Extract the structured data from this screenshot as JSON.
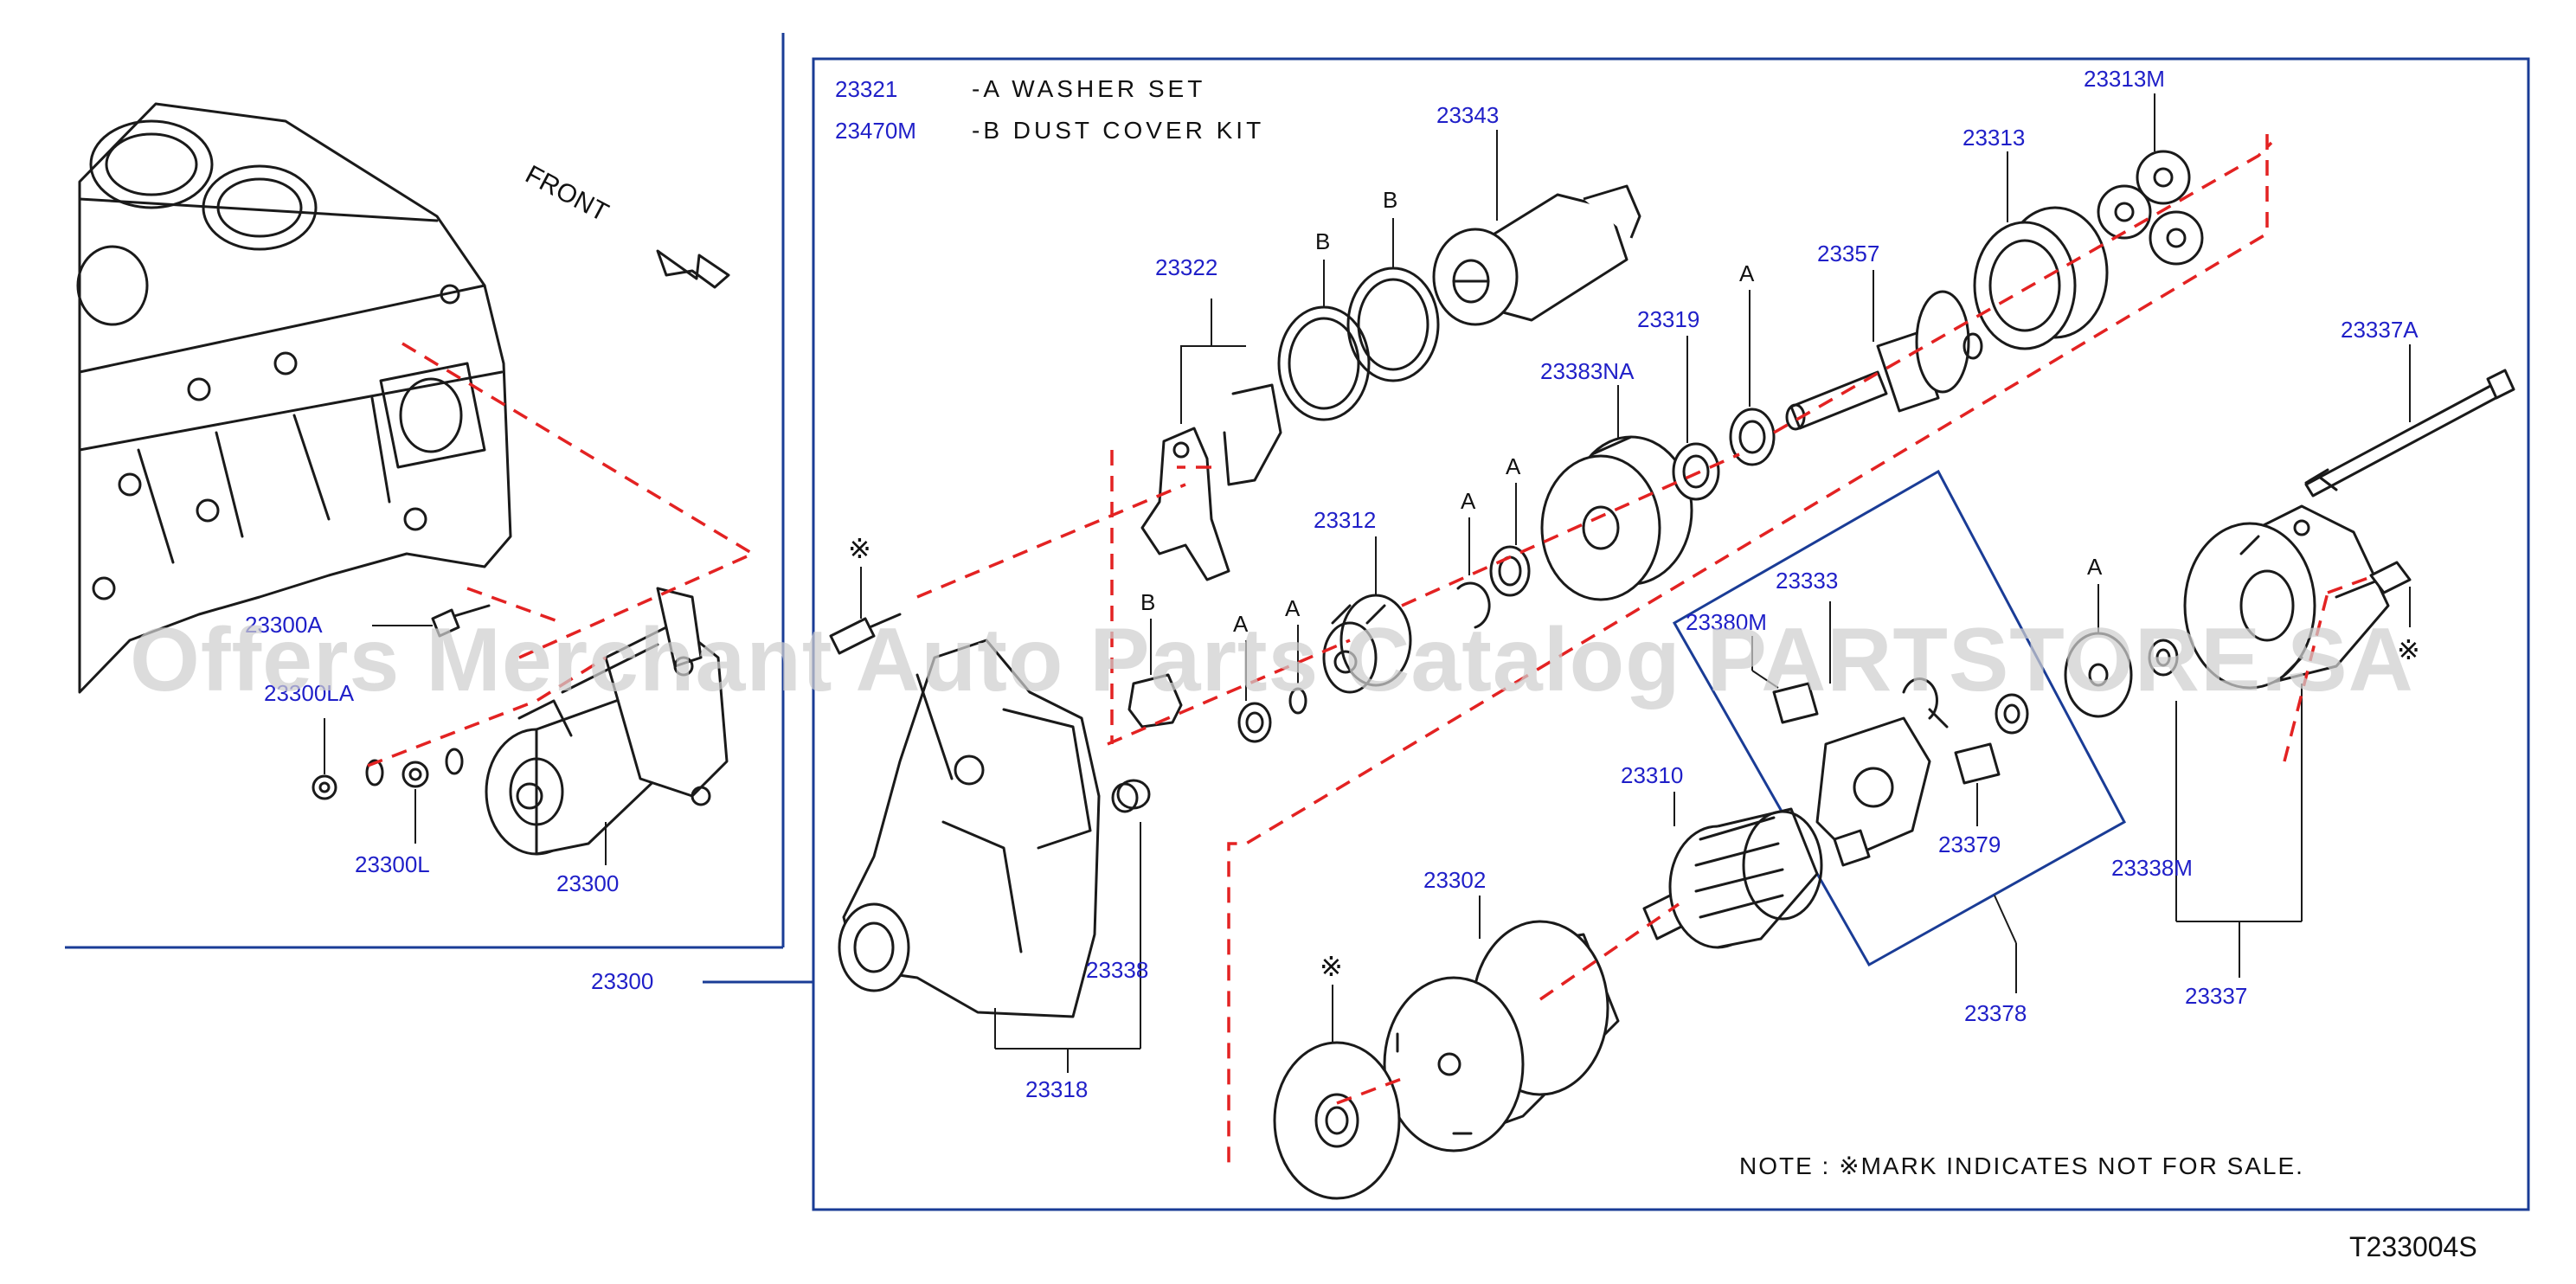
{
  "legend": [
    {
      "part": "23321",
      "text": "-A WASHER SET"
    },
    {
      "part": "23470M",
      "text": "-B DUST COVER KIT"
    }
  ],
  "front_label": "FRONT",
  "note": "NOTE : ※MARK INDICATES NOT FOR SALE.",
  "not_for_sale_mark": "※",
  "drawing_ref": "T233004S",
  "watermark": "Offers Merchant Auto Parts Catalog PARTSTORE.SA",
  "letters": {
    "a": "A",
    "b": "B"
  },
  "parts": {
    "p23300A": "23300A",
    "p23300LA": "23300LA",
    "p23300L": "23300L",
    "p23300_small": "23300",
    "p23300_main": "23300",
    "p23321": "23321",
    "p23343": "23343",
    "p23322": "23322",
    "p23313M": "23313M",
    "p23313": "23313",
    "p23357": "23357",
    "p23319": "23319",
    "p23383NA": "23383NA",
    "p23312": "23312",
    "p23333": "23333",
    "p23380M": "23380M",
    "p23379": "23379",
    "p23378": "23378",
    "p23310": "23310",
    "p23302": "23302",
    "p23338": "23338",
    "p23318": "23318",
    "p23337A": "23337A",
    "p23338M": "23338M",
    "p23337": "23337"
  }
}
